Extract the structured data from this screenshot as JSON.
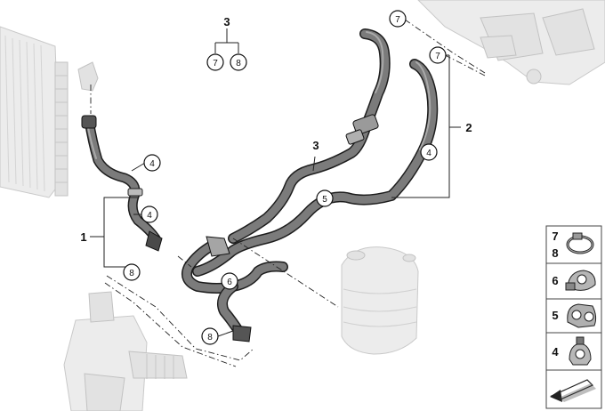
{
  "callouts": {
    "c4a": "4",
    "c4b": "4",
    "c4c": "4",
    "c5": "5",
    "c6": "6",
    "c7a": "7",
    "c7b": "7",
    "c8a": "8",
    "c8b": "8",
    "c7top": "7",
    "c8top": "8"
  },
  "labels": {
    "l1": "1",
    "l2": "2",
    "l3": "3",
    "l3top": "3"
  },
  "legend": {
    "items": [
      {
        "label_top": "7",
        "label_bottom": "8",
        "part": "hose-clamp"
      },
      {
        "label": "6",
        "part": "clamp-connector"
      },
      {
        "label": "5",
        "part": "double-clamp"
      },
      {
        "label": "4",
        "part": "bracket-clamp"
      }
    ],
    "footer_icon": "arrow-icon"
  },
  "colors": {
    "hose": "#7b7b7b",
    "hose_outline": "#1d1d1d",
    "ghost_parts": "#ececec",
    "legend_border": "#444444"
  }
}
